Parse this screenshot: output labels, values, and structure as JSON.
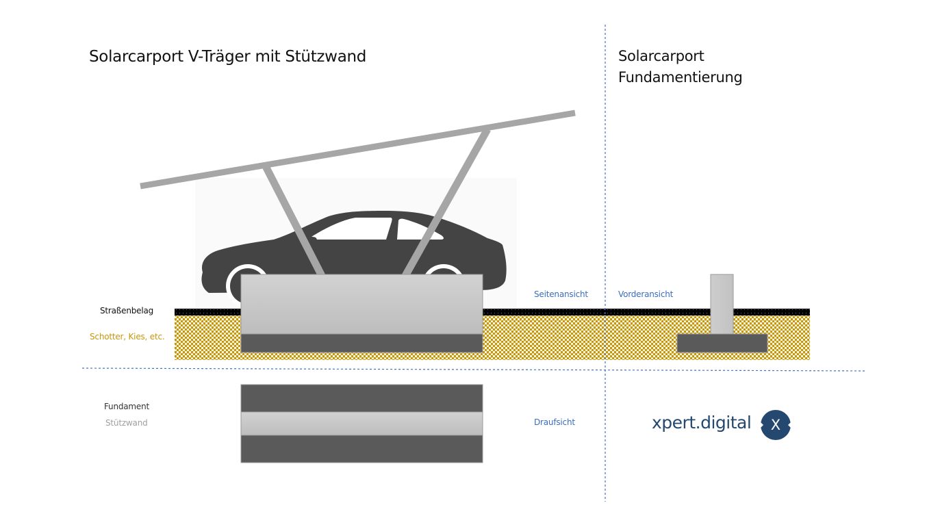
{
  "titles": {
    "main": "Solarcarport V-Träger mit Stützwand",
    "right_line1": "Solarcarport",
    "right_line2": "Fundamentierung"
  },
  "legend": {
    "road_surface": "Straßenbelag",
    "gravel": "Schotter, Kies, etc.",
    "foundation": "Fundament",
    "retaining_wall": "Stützwand"
  },
  "views": {
    "side": "Seitenansicht",
    "front": "Vorderansicht",
    "top": "Draufsicht"
  },
  "logo": {
    "text": "xpert.digital",
    "badge": "X"
  },
  "colors": {
    "label_blue": "#3a6cbf",
    "gravel_gold": "#c8960a",
    "road_black": "#000000",
    "foundation_dark": "#5a5a5a",
    "wall_light": "#c8c8c8",
    "frame_gray": "#a6a6a6",
    "car_dark": "#444444",
    "logo_navy": "#24486f"
  }
}
